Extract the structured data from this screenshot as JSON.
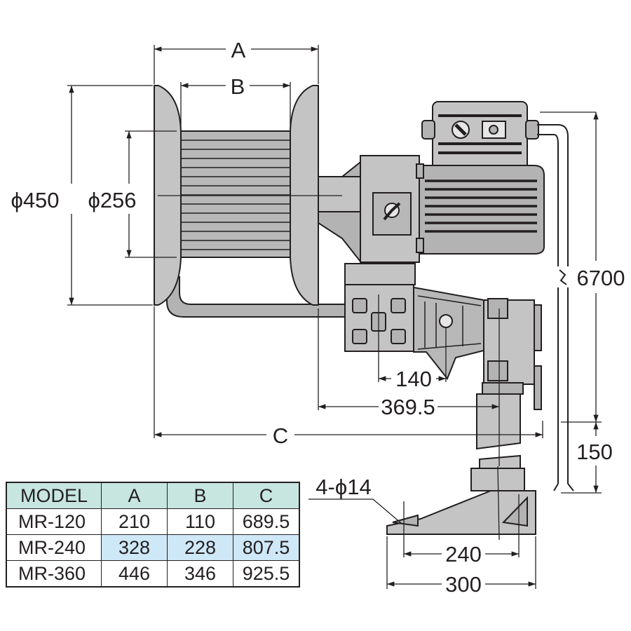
{
  "dimensions": {
    "A": "A",
    "B": "B",
    "C": "C",
    "flange_diameter": "ϕ450",
    "drum_diameter": "ϕ256",
    "cable_length": "6700",
    "lead_length": "150",
    "offset_140": "140",
    "offset_369": "369.5",
    "holes": "4-ϕ14",
    "base_240": "240",
    "base_300": "300"
  },
  "table": {
    "headers": [
      "MODEL",
      "A",
      "B",
      "C"
    ],
    "rows": [
      [
        "MR-120",
        "210",
        "110",
        "689.5"
      ],
      [
        "MR-240",
        "328",
        "228",
        "807.5"
      ],
      [
        "MR-360",
        "446",
        "346",
        "925.5"
      ]
    ]
  },
  "colors": {
    "body": "#b3b3b3",
    "body_light": "#cfcfcf",
    "line": "#231f20",
    "header": "#c8e6e0",
    "highlight": "#cfe8f7"
  }
}
